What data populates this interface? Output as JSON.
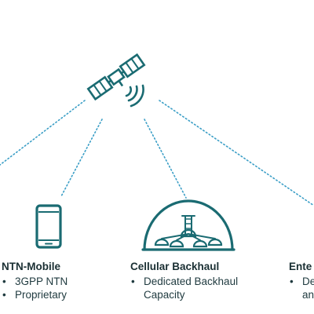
{
  "colors": {
    "icon": "#1a6b72",
    "link_dots": "#3a9ec6",
    "text": "#1f3a3f"
  },
  "icons": {
    "satellite": "satellite-icon",
    "signal": "signal-waves-icon",
    "phone": "smartphone-icon",
    "backhaul": "cellular-backhaul-dome-icon"
  },
  "columns": [
    {
      "title": "NTN-Mobile",
      "bullet": "•",
      "items": [
        {
          "line1": "3GPP NTN",
          "line2": ""
        },
        {
          "line1": "Proprietary",
          "line2": ""
        }
      ]
    },
    {
      "title": "Cellular Backhaul",
      "bullet": "•",
      "items": [
        {
          "line1": "Dedicated Backhaul",
          "line2": "Capacity"
        }
      ]
    },
    {
      "title": "Ente",
      "bullet": "•",
      "items": [
        {
          "line1": "De",
          "line2": "an"
        }
      ]
    }
  ]
}
